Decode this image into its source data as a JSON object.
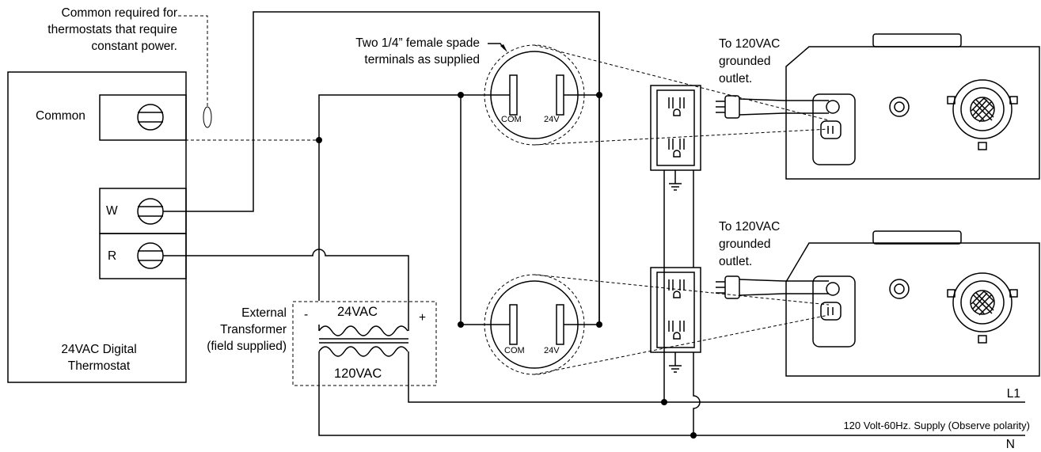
{
  "notes": {
    "common_required_line1": "Common required for",
    "common_required_line2": "thermostats that require",
    "common_required_line3": "constant power.",
    "spade_terminals_line1": "Two 1/4” female spade",
    "spade_terminals_line2": "terminals as supplied"
  },
  "thermostat": {
    "common_label": "Common",
    "w_label": "W",
    "r_label": "R",
    "title_line1": "24VAC Digital",
    "title_line2": "Thermostat"
  },
  "transformer": {
    "label_line1": "External",
    "label_line2": "Transformer",
    "label_line3": "(field supplied)",
    "secondary": "24VAC",
    "primary": "120VAC",
    "minus": "-",
    "plus": "+"
  },
  "terminals": {
    "com": "COM",
    "v24": "24V"
  },
  "outlets": {
    "to_line1": "To 120VAC",
    "to_line2": "grounded",
    "to_line3": "outlet."
  },
  "supply": {
    "l1": "L1",
    "description": "120 Volt-60Hz. Supply (Observe polarity)",
    "n": "N"
  }
}
